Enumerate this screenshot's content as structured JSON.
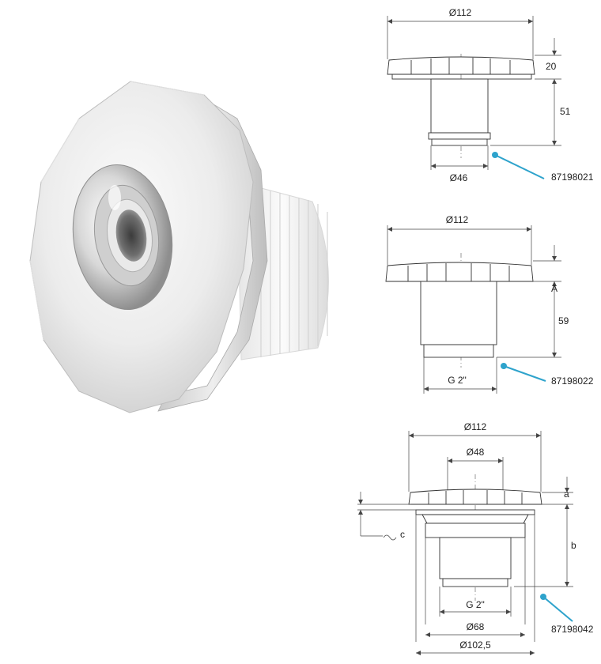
{
  "product": {
    "name": "stainless steel wall fitting with threaded body",
    "colors": {
      "steel_light": "#f4f4f4",
      "steel_mid": "#d6d6d6",
      "steel_dark": "#9a9a9a",
      "plastic": "#f2f2f2",
      "accent": "#2ea3cc"
    }
  },
  "drawings": [
    {
      "dims": {
        "top_width": "Ø112",
        "flange_h": "20",
        "body_h": "51",
        "body_d": "Ø46"
      },
      "code": "87198021"
    },
    {
      "dims": {
        "top_width": "Ø112",
        "flange_h": "A",
        "body_h": "59",
        "thread": "G 2\""
      },
      "code": "87198022"
    },
    {
      "dims": {
        "top_width": "Ø112",
        "inner_d": "Ø48",
        "flange_h": "a",
        "body_h": "b",
        "gap": "c",
        "thread": "G 2\"",
        "body_d": "Ø68",
        "outer_d": "Ø102,5"
      },
      "code": "87198042"
    }
  ]
}
